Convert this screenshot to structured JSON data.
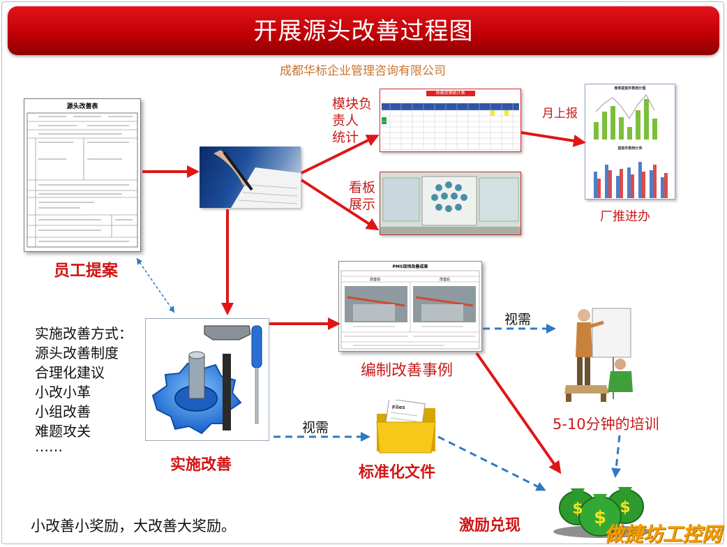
{
  "header": {
    "title": "开展源头改善过程图",
    "subtitle": "成都华标企业管理咨询有限公司"
  },
  "form": {
    "title": "源头改善表",
    "caption": "员工提案"
  },
  "module_stats": {
    "label_lines": [
      "模块负",
      "责人",
      "统计"
    ],
    "sheet_title": "改善提案统计表"
  },
  "board": {
    "label_lines": [
      "看板",
      "展示"
    ]
  },
  "report": {
    "label": "月上报",
    "chart_title": "春季提案件数统计图",
    "chart_title2": "提案件数统计表",
    "caption": "厂推进办"
  },
  "case": {
    "sheet_title": "PMS现场改善成果",
    "before": "改善前",
    "after": "改善后",
    "caption": "编制改善事例"
  },
  "implement": {
    "caption": "实施改善",
    "methods_title": "实施改善方式：",
    "methods": [
      "源头改善制度",
      "合理化建议",
      "小改小革",
      "小组改善",
      "难题攻关",
      "……"
    ]
  },
  "training": {
    "need_label": "视需",
    "caption": "5-10分钟的培训"
  },
  "standard": {
    "need_label": "视需",
    "folder_tag": "Files",
    "caption": "标准化文件"
  },
  "incentive": {
    "caption": "激励兑现"
  },
  "slogan": "小改善小奖励，大改善大奖励。",
  "watermark": "做捷坊工控网",
  "colors": {
    "title_red": "#c8000a",
    "arrow_red": "#e01515",
    "dashed_blue": "#2e79c4",
    "subtitle_orange": "#c8742a"
  }
}
